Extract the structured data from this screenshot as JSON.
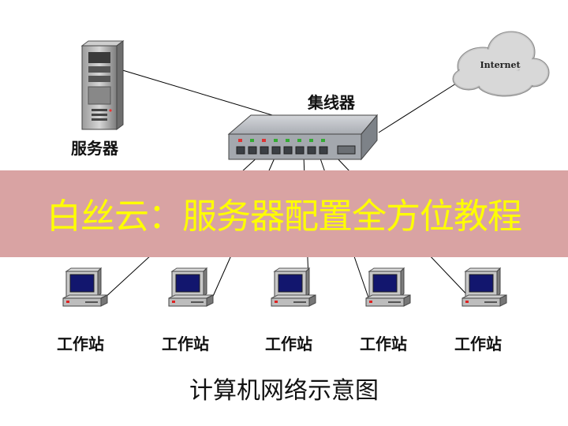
{
  "labels": {
    "server": "服务器",
    "hub": "集线器",
    "internet": "Internet",
    "workstations": [
      "工作站",
      "工作站",
      "工作站",
      "工作站",
      "工作站"
    ]
  },
  "banner": {
    "text": "白丝云：服务器配置全方位教程"
  },
  "caption": "计算机网络示意图",
  "colors": {
    "banner_bg": "#d9a3a3",
    "banner_text": "#ffff00",
    "line": "#000000"
  },
  "icons": [
    "server-icon",
    "hub-icon",
    "cloud-icon",
    "workstation-icon"
  ]
}
